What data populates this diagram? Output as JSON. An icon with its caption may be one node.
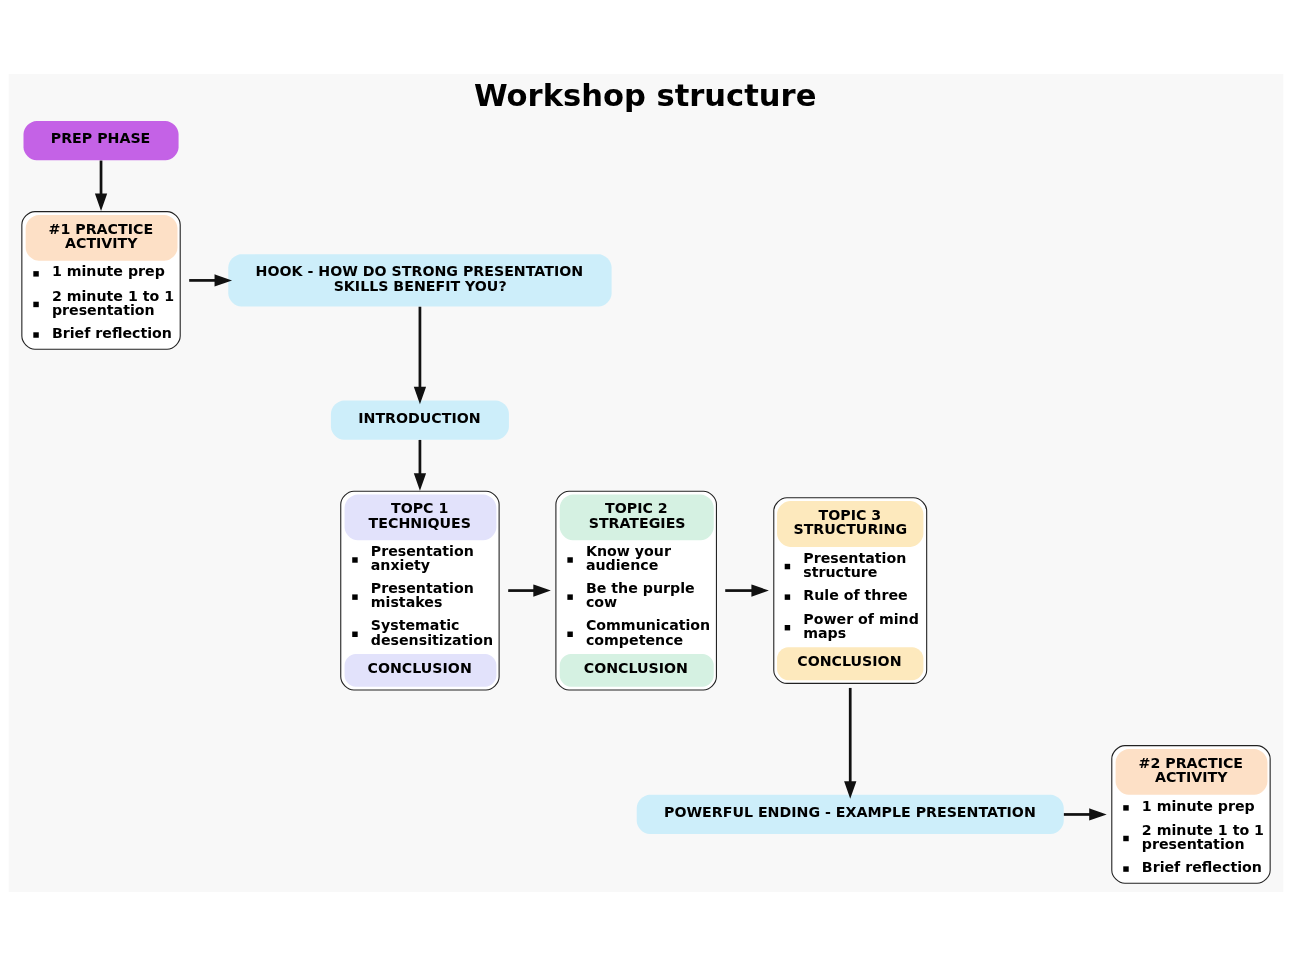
{
  "diagram": {
    "title": "Workshop structure",
    "nodes": [
      {
        "text": [
          "PREP PHASE"
        ]
      },
      {
        "text": [
          "#1 PRACTICE ACTIVITY",
          "1 minute prep",
          "2 minute 1 to 1 presentation",
          "Brief reflection"
        ]
      },
      {
        "text": [
          "HOOK - HOW DO STRONG PRESENTATION SKILLS BENEFIT YOU?"
        ]
      },
      {
        "text": [
          "INTRODUCTION"
        ]
      },
      {
        "text": [
          "TOPC 1 TECHNIQUES",
          "Presentation anxiety",
          "Presentation mistakes",
          "Systematic desensitization",
          "CONCLUSION"
        ]
      },
      {
        "text": [
          "TOPIC 2 STRATEGIES",
          "Know your audience",
          "Be the purple cow",
          "Communication competence",
          "CONCLUSION"
        ]
      },
      {
        "text": [
          "TOPIC 3 STRUCTURING",
          "Presentation structure",
          "Rule of three",
          "Power of mind maps",
          "CONCLUSION"
        ]
      },
      {
        "text": [
          "POWERFUL ENDING - EXAMPLE PRESENTATION"
        ]
      },
      {
        "text": [
          "#2 PRACTICE ACTIVITY",
          "1 minute prep",
          "2 minute 1 to 1 presentation",
          "Brief reflection"
        ]
      }
    ],
    "edges": [
      {
        "from": 0,
        "to": 1,
        "arrow": "to"
      },
      {
        "from": 1,
        "to": 2,
        "arrow": "to"
      },
      {
        "from": 2,
        "to": 3,
        "arrow": "to"
      },
      {
        "from": 3,
        "to": 4,
        "arrow": "to"
      },
      {
        "from": 4,
        "to": 5,
        "arrow": "to"
      },
      {
        "from": 5,
        "to": 6,
        "arrow": "to"
      },
      {
        "from": 6,
        "to": 7,
        "arrow": "to"
      },
      {
        "from": 7,
        "to": 8,
        "arrow": "to"
      }
    ]
  }
}
